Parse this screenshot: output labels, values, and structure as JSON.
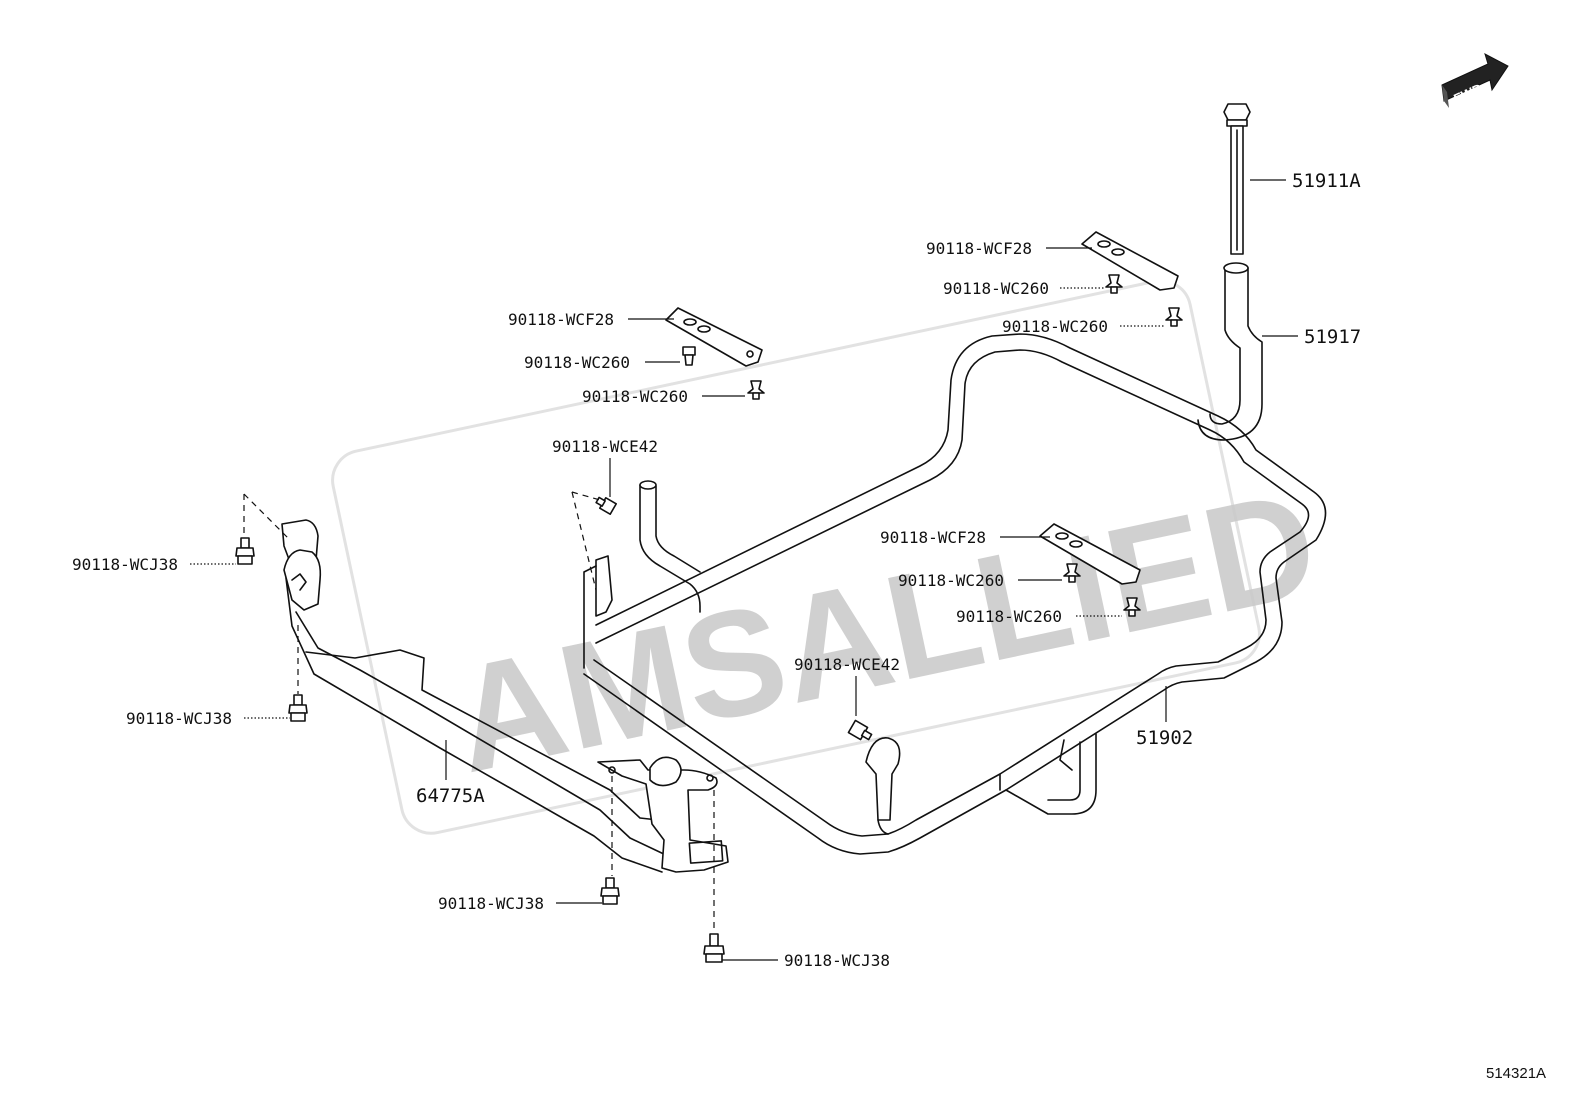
{
  "fwd_label": "FWD",
  "watermark": "AMSALLIED",
  "diagram_id": "514321A",
  "parts": {
    "p51911A": "51911A",
    "p51917": "51917",
    "p51902": "51902",
    "p64775A": "64775A",
    "wcf28_a": "90118-WCF28",
    "wc260_a1": "90118-WC260",
    "wc260_a2": "90118-WC260",
    "wcf28_b": "90118-WCF28",
    "wc260_b1": "90118-WC260",
    "wc260_b2": "90118-WC260",
    "wcf28_c": "90118-WCF28",
    "wc260_c1": "90118-WC260",
    "wc260_c2": "90118-WC260",
    "wce42_a": "90118-WCE42",
    "wce42_b": "90118-WCE42",
    "wcj38_a": "90118-WCJ38",
    "wcj38_b": "90118-WCJ38",
    "wcj38_c": "90118-WCJ38",
    "wcj38_d": "90118-WCJ38"
  }
}
